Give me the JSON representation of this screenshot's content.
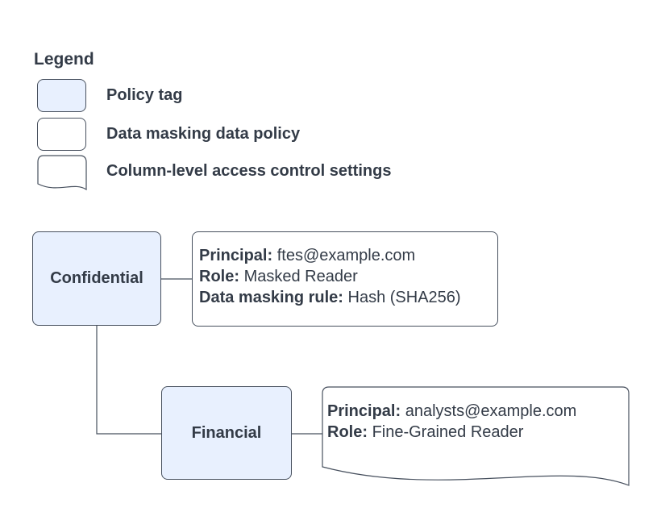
{
  "legend": {
    "title": "Legend",
    "items": [
      {
        "shape": "policy-tag-swatch",
        "label": "Policy tag"
      },
      {
        "shape": "data-policy-swatch",
        "label": "Data masking data policy"
      },
      {
        "shape": "document-swatch",
        "label": "Column-level access control settings"
      }
    ]
  },
  "diagram": {
    "nodes": {
      "confidential": {
        "label": "Confidential"
      },
      "financial": {
        "label": "Financial"
      },
      "masking_policy": {
        "lines": [
          {
            "label": "Principal:",
            "value": "ftes@example.com"
          },
          {
            "label": "Role:",
            "value": "Masked Reader"
          },
          {
            "label": "Data masking rule:",
            "value": "Hash (SHA256)"
          }
        ]
      },
      "access_settings": {
        "lines": [
          {
            "label": "Principal:",
            "value": "analysts@example.com"
          },
          {
            "label": "Role:",
            "value": "Fine-Grained Reader"
          }
        ]
      }
    }
  },
  "colors": {
    "background": "#ffffff",
    "policy_tag_fill": "#e8f0fe",
    "outline": "#47505e",
    "text": "#333b47"
  }
}
